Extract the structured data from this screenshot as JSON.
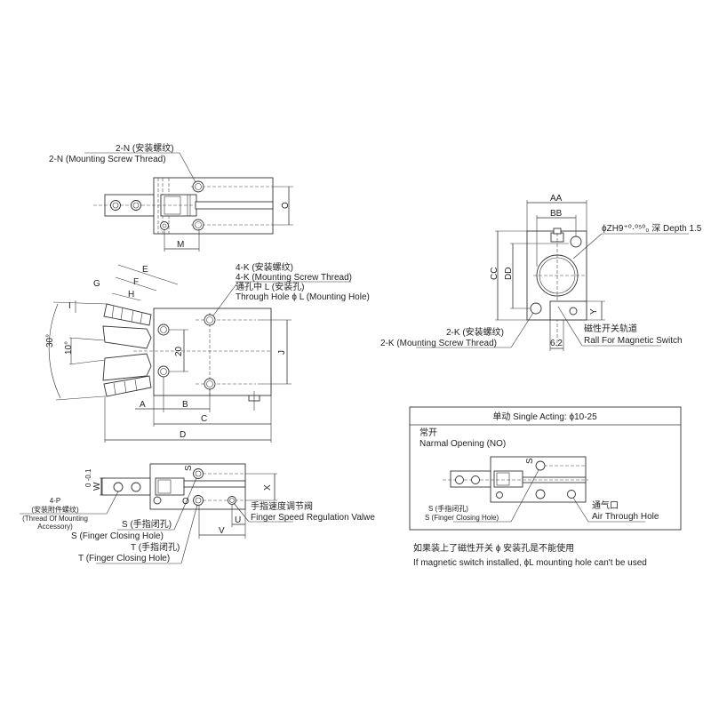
{
  "top_view": {
    "label_n_cn": "2-N (安装螺纹)",
    "label_n_en": "2-N (Mounting Screw Thread)",
    "dim_o": "O",
    "dim_m": "M"
  },
  "front_view": {
    "label_k_cn": "4-K (安装螺纹)",
    "label_k_en": "4-K (Mounting Screw Thread)",
    "label_l_cn": "通孔中 L (安装孔)",
    "label_l_en": "Through Hole ϕ L (Mounting Hole)",
    "dims": {
      "a": "A",
      "b": "B",
      "c": "C",
      "d": "D",
      "e": "E",
      "f": "F",
      "g": "G",
      "h": "H",
      "i": "I",
      "j": "J",
      "twenty": "20",
      "angle30": "30°",
      "angle10": "10°"
    }
  },
  "side_view": {
    "label_zh": "ϕZH9⁺⁰·⁰⁵⁰₀ 深 Depth 1.5",
    "label_k_cn": "2-K (安装螺纹)",
    "label_k_en": "2-K (Mounting Screw Thread)",
    "label_rail_cn": "磁性开关轨道",
    "label_rail_en": "Rall For Magnetic Switch",
    "dims": {
      "aa": "AA",
      "bb": "BB",
      "cc": "CC",
      "dd": "DD",
      "y": "Y",
      "d62": "6.2"
    }
  },
  "bottom_view": {
    "label_p1": "4-P",
    "label_p2": "(安装附件螺纹)",
    "label_p3": "(Thread Of Mounting",
    "label_p4": "Accessory)",
    "label_s_cn": "S (手指闭孔)",
    "label_s_en": "S (Finger Closing Hole)",
    "label_t_cn": "T (手指闭孔)",
    "label_t_en": "T (Finger Closing Hole)",
    "label_valve_cn": "手指速度调节阀",
    "label_valve_en": "Finger Speed Regulation Valwe",
    "dims": {
      "w": "W",
      "w_tol": "0 -0.1",
      "x": "X",
      "u": "U",
      "v": "V",
      "s": "S",
      "t": "O"
    }
  },
  "single_acting_box": {
    "title": "单动 Single Acting: ϕ10-25",
    "mode_cn": "常开",
    "mode_en": "Narmal Opening (NO)",
    "s_mark": "S",
    "label_s_cn": "S (手指闭孔)",
    "label_s_en": "S (Finger Closing Hole)",
    "label_air_cn": "通气口",
    "label_air_en": "Air Through Hole"
  },
  "notes": {
    "note_cn": "如果装上了磁性开关 ϕ 安装孔是不能使用",
    "note_en": "If magnetic switch installed, ϕL mounting hole can't be used"
  }
}
